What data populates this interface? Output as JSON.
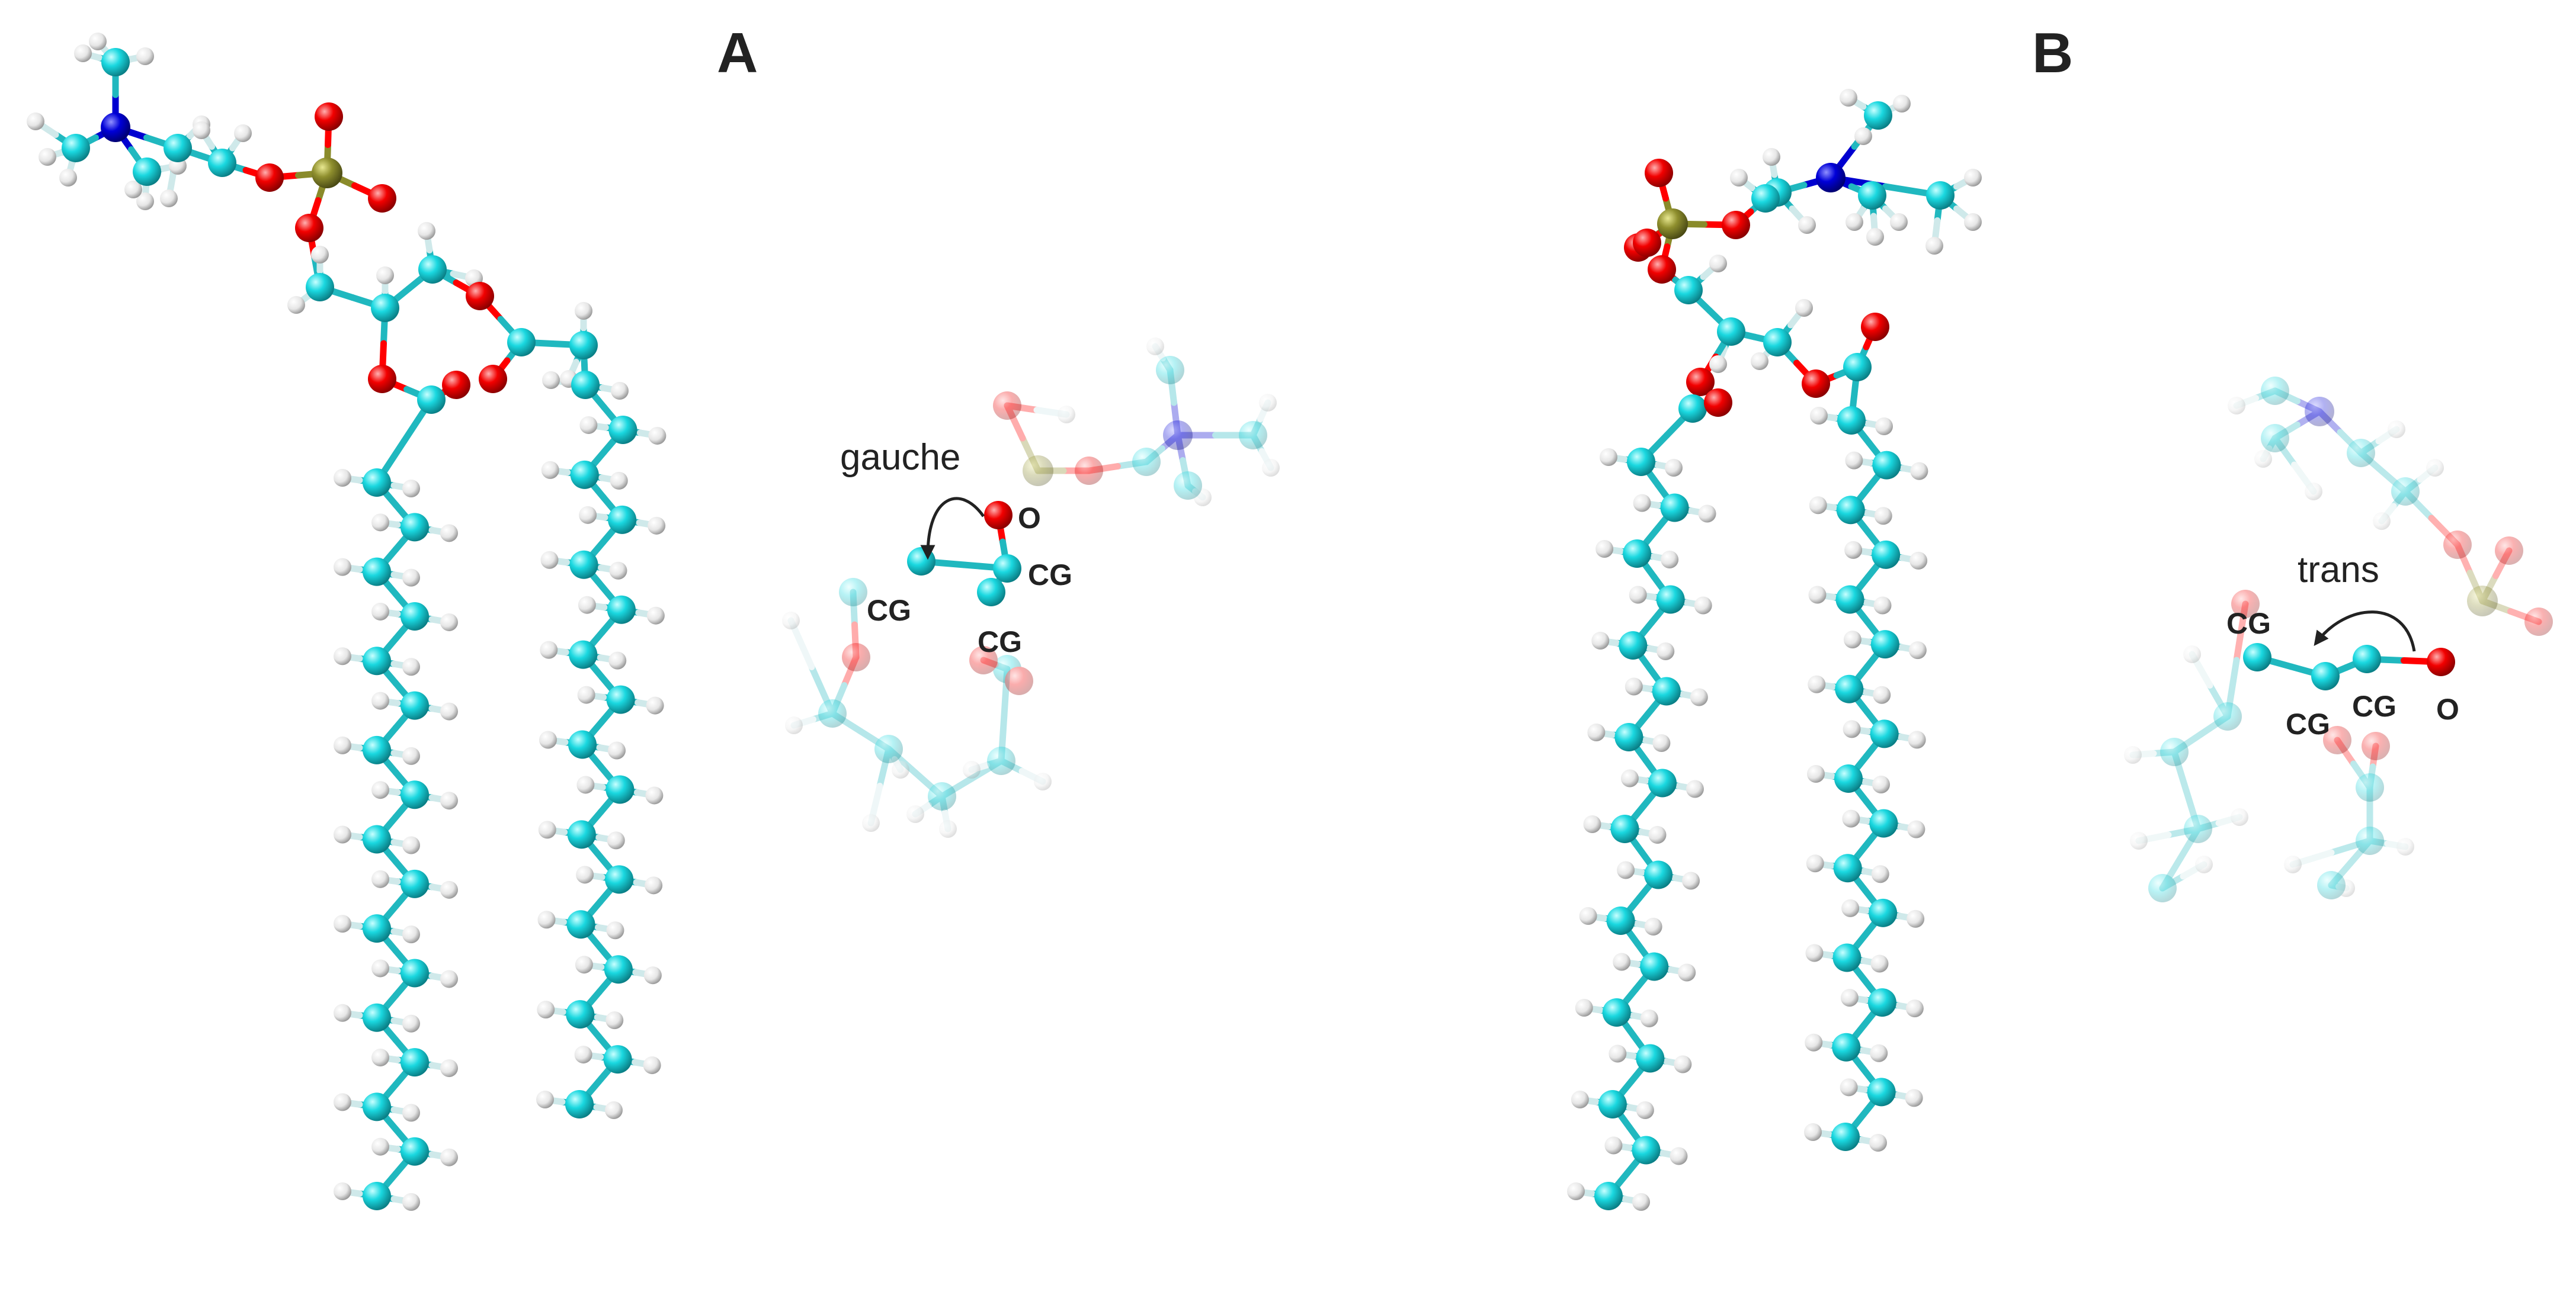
{
  "figure": {
    "panels": [
      {
        "id": "A",
        "label": "A",
        "conformation_label": "gauche",
        "atom_labels": [
          "O",
          "CG",
          "CG",
          "CG"
        ]
      },
      {
        "id": "B",
        "label": "B",
        "conformation_label": "trans",
        "atom_labels": [
          "CG",
          "CG",
          "CG",
          "O"
        ]
      }
    ]
  },
  "style": {
    "colors": {
      "carbon": "#19d9e0",
      "bond": "#20b8bf",
      "hydrogen": "#f2f2f2",
      "oxygen": "#ff0000",
      "nitrogen": "#0000d0",
      "phosphorus": "#8a8b2a",
      "label": "#222222"
    }
  }
}
